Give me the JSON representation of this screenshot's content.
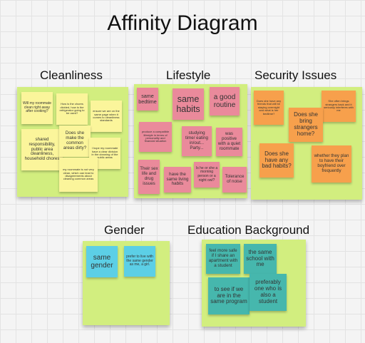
{
  "title": "Affinity Diagram",
  "groups": {
    "cleanliness": {
      "label": "Cleanliness",
      "notes": [
        "Will my roommate clean right away after cooking?",
        "How is the chores divided, how is the refrigerator going to be used?",
        "ensure we are on the same page when it comes to cleanliness standards",
        "shared responsibility, public area cleanliness, household chores",
        "Does she make the common areas dirty?",
        "I hope my roommate have a clear division in the cleaning of the public areas",
        "my roommate is not very clean, which can lead to disagreements about cleaning common areas"
      ]
    },
    "lifestyle": {
      "label": "Lifestyle",
      "notes": [
        "same bedtime",
        "same habits",
        "a good routine",
        "produce a compatible lifestyle in terms of personality and financial situation",
        "studying time/ eating in/out... Party...",
        "was positive with a quiet roommate",
        "Their sex life and drug issues",
        "have the same living habits",
        "Is he or she a morning person or a night owl?",
        "Tolerance of noise"
      ]
    },
    "security": {
      "label": "Security Issues",
      "notes": [
        "Does she have any friends that will be staying overnight and what is her bedtime?",
        "She often brings strangers back and it seriously interferes with me",
        "Does she bring strangers home?",
        "Does she have any bad habits?",
        "whether they plan to have their boyfriend over frequently"
      ]
    },
    "gender": {
      "label": "Gender",
      "notes": [
        "same gender",
        "prefer to live with the same gender as me, a girl."
      ]
    },
    "education": {
      "label": "Education Background",
      "notes": [
        "feel more safe if I share an apartment with a student",
        "the same school with me",
        "to see if we are in the same program",
        "preferably one who is also a student"
      ]
    }
  },
  "colors": {
    "board": "#d2ee7f",
    "yellow": "#fbf59b",
    "pink": "#ea8a9b",
    "orange": "#f7a04c",
    "cyan": "#5ccfe6",
    "teal": "#46b7ad"
  }
}
